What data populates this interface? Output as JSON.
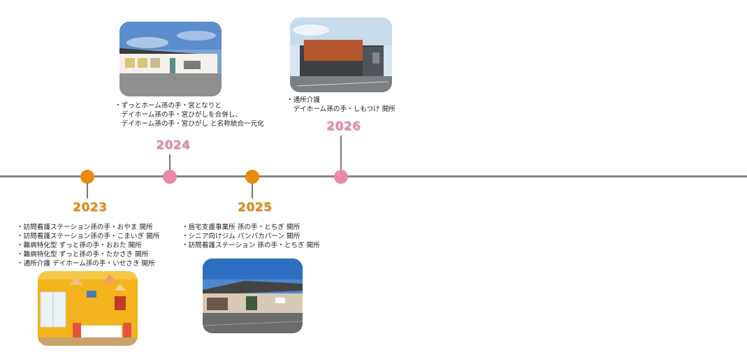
{
  "colors": {
    "orange": "#e88a0c",
    "pink": "#ec8aa6",
    "line": "#8a847c"
  },
  "milestones": {
    "m2023": {
      "year": "2023",
      "lines": [
        "・訪問看護ステーション孫の手・おやま 開所",
        "・訪問看護ステーション孫の手・こまいぎ 開所",
        "・難病特化型 ずっと孫の手・おおた 開所",
        "・難病特化型 ずっと孫の手・たかさき 開所",
        "・通所介護 デイホーム孫の手・いせさき 開所"
      ]
    },
    "m2024": {
      "year": "2024",
      "lines": [
        "・ずっとホーム孫の手・宮となりと",
        "　デイホーム孫の手・宮ひがしを合併し、",
        "　デイホーム孫の手・宮ひがし と名称統合一元化"
      ]
    },
    "m2025": {
      "year": "2025",
      "lines": [
        "・居宅支援事業所 孫の手・とちぎ 開所",
        "・シニア向けジム パンパカパーン 開所",
        "・訪問看護ステーション 孫の手・とちぎ 開所"
      ]
    },
    "m2026": {
      "year": "2026",
      "lines": [
        "・通所介護",
        "　デイホーム孫の手・しもつけ 開所"
      ]
    }
  }
}
